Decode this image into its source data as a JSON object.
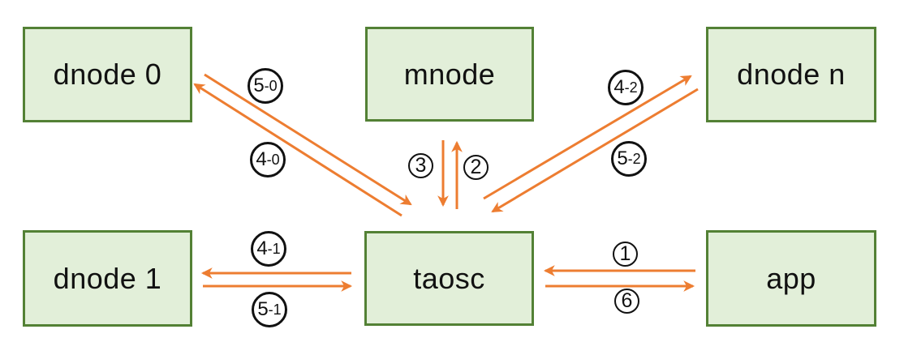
{
  "diagram": {
    "type": "architecture-flow",
    "background": "#ffffff"
  },
  "colors": {
    "node_fill": "#E2EFD9",
    "node_border": "#538135",
    "arrow": "#ED7D31",
    "badge_border": "#111111",
    "badge_fill": "#ffffff",
    "text": "#111111"
  },
  "nodes": [
    {
      "id": "dnode0",
      "label": "dnode 0"
    },
    {
      "id": "mnode",
      "label": "mnode"
    },
    {
      "id": "dnoden",
      "label": "dnode n"
    },
    {
      "id": "dnode1",
      "label": "dnode 1"
    },
    {
      "id": "taosc",
      "label": "taosc"
    },
    {
      "id": "app",
      "label": "app"
    }
  ],
  "edges": [
    {
      "label_main": "5",
      "label_suffix": "-0",
      "from": "dnode 0",
      "to": "taosc"
    },
    {
      "label_main": "4",
      "label_suffix": "-0",
      "from": "taosc",
      "to": "dnode 0"
    },
    {
      "label_main": "3",
      "label_suffix": "",
      "from": "mnode",
      "to": "taosc"
    },
    {
      "label_main": "2",
      "label_suffix": "",
      "from": "taosc",
      "to": "mnode"
    },
    {
      "label_main": "4",
      "label_suffix": "-2",
      "from": "taosc",
      "to": "dnode n"
    },
    {
      "label_main": "5",
      "label_suffix": "-2",
      "from": "dnode n",
      "to": "taosc"
    },
    {
      "label_main": "4",
      "label_suffix": "-1",
      "from": "taosc",
      "to": "dnode 1"
    },
    {
      "label_main": "5",
      "label_suffix": "-1",
      "from": "dnode 1",
      "to": "taosc"
    },
    {
      "label_main": "1",
      "label_suffix": "",
      "from": "app",
      "to": "taosc"
    },
    {
      "label_main": "6",
      "label_suffix": "",
      "from": "taosc",
      "to": "app"
    }
  ]
}
